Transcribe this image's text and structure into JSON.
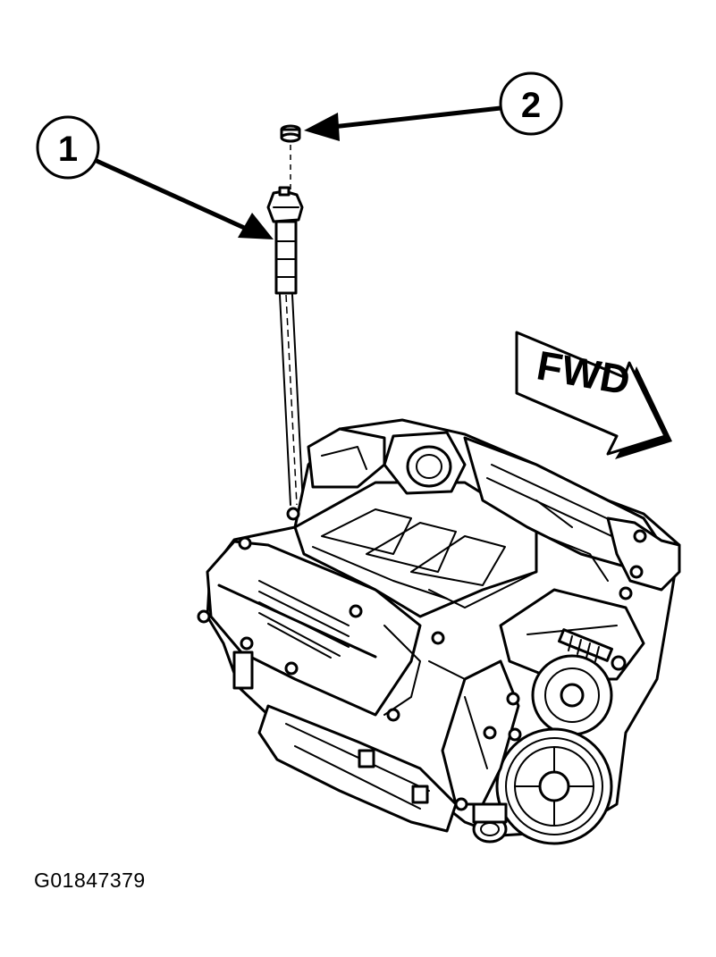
{
  "callouts": [
    {
      "label": "1",
      "part": "ignition-coil"
    },
    {
      "label": "2",
      "part": "coil-nut"
    }
  ],
  "direction_label": "FWD",
  "figure_id": "G01847379"
}
